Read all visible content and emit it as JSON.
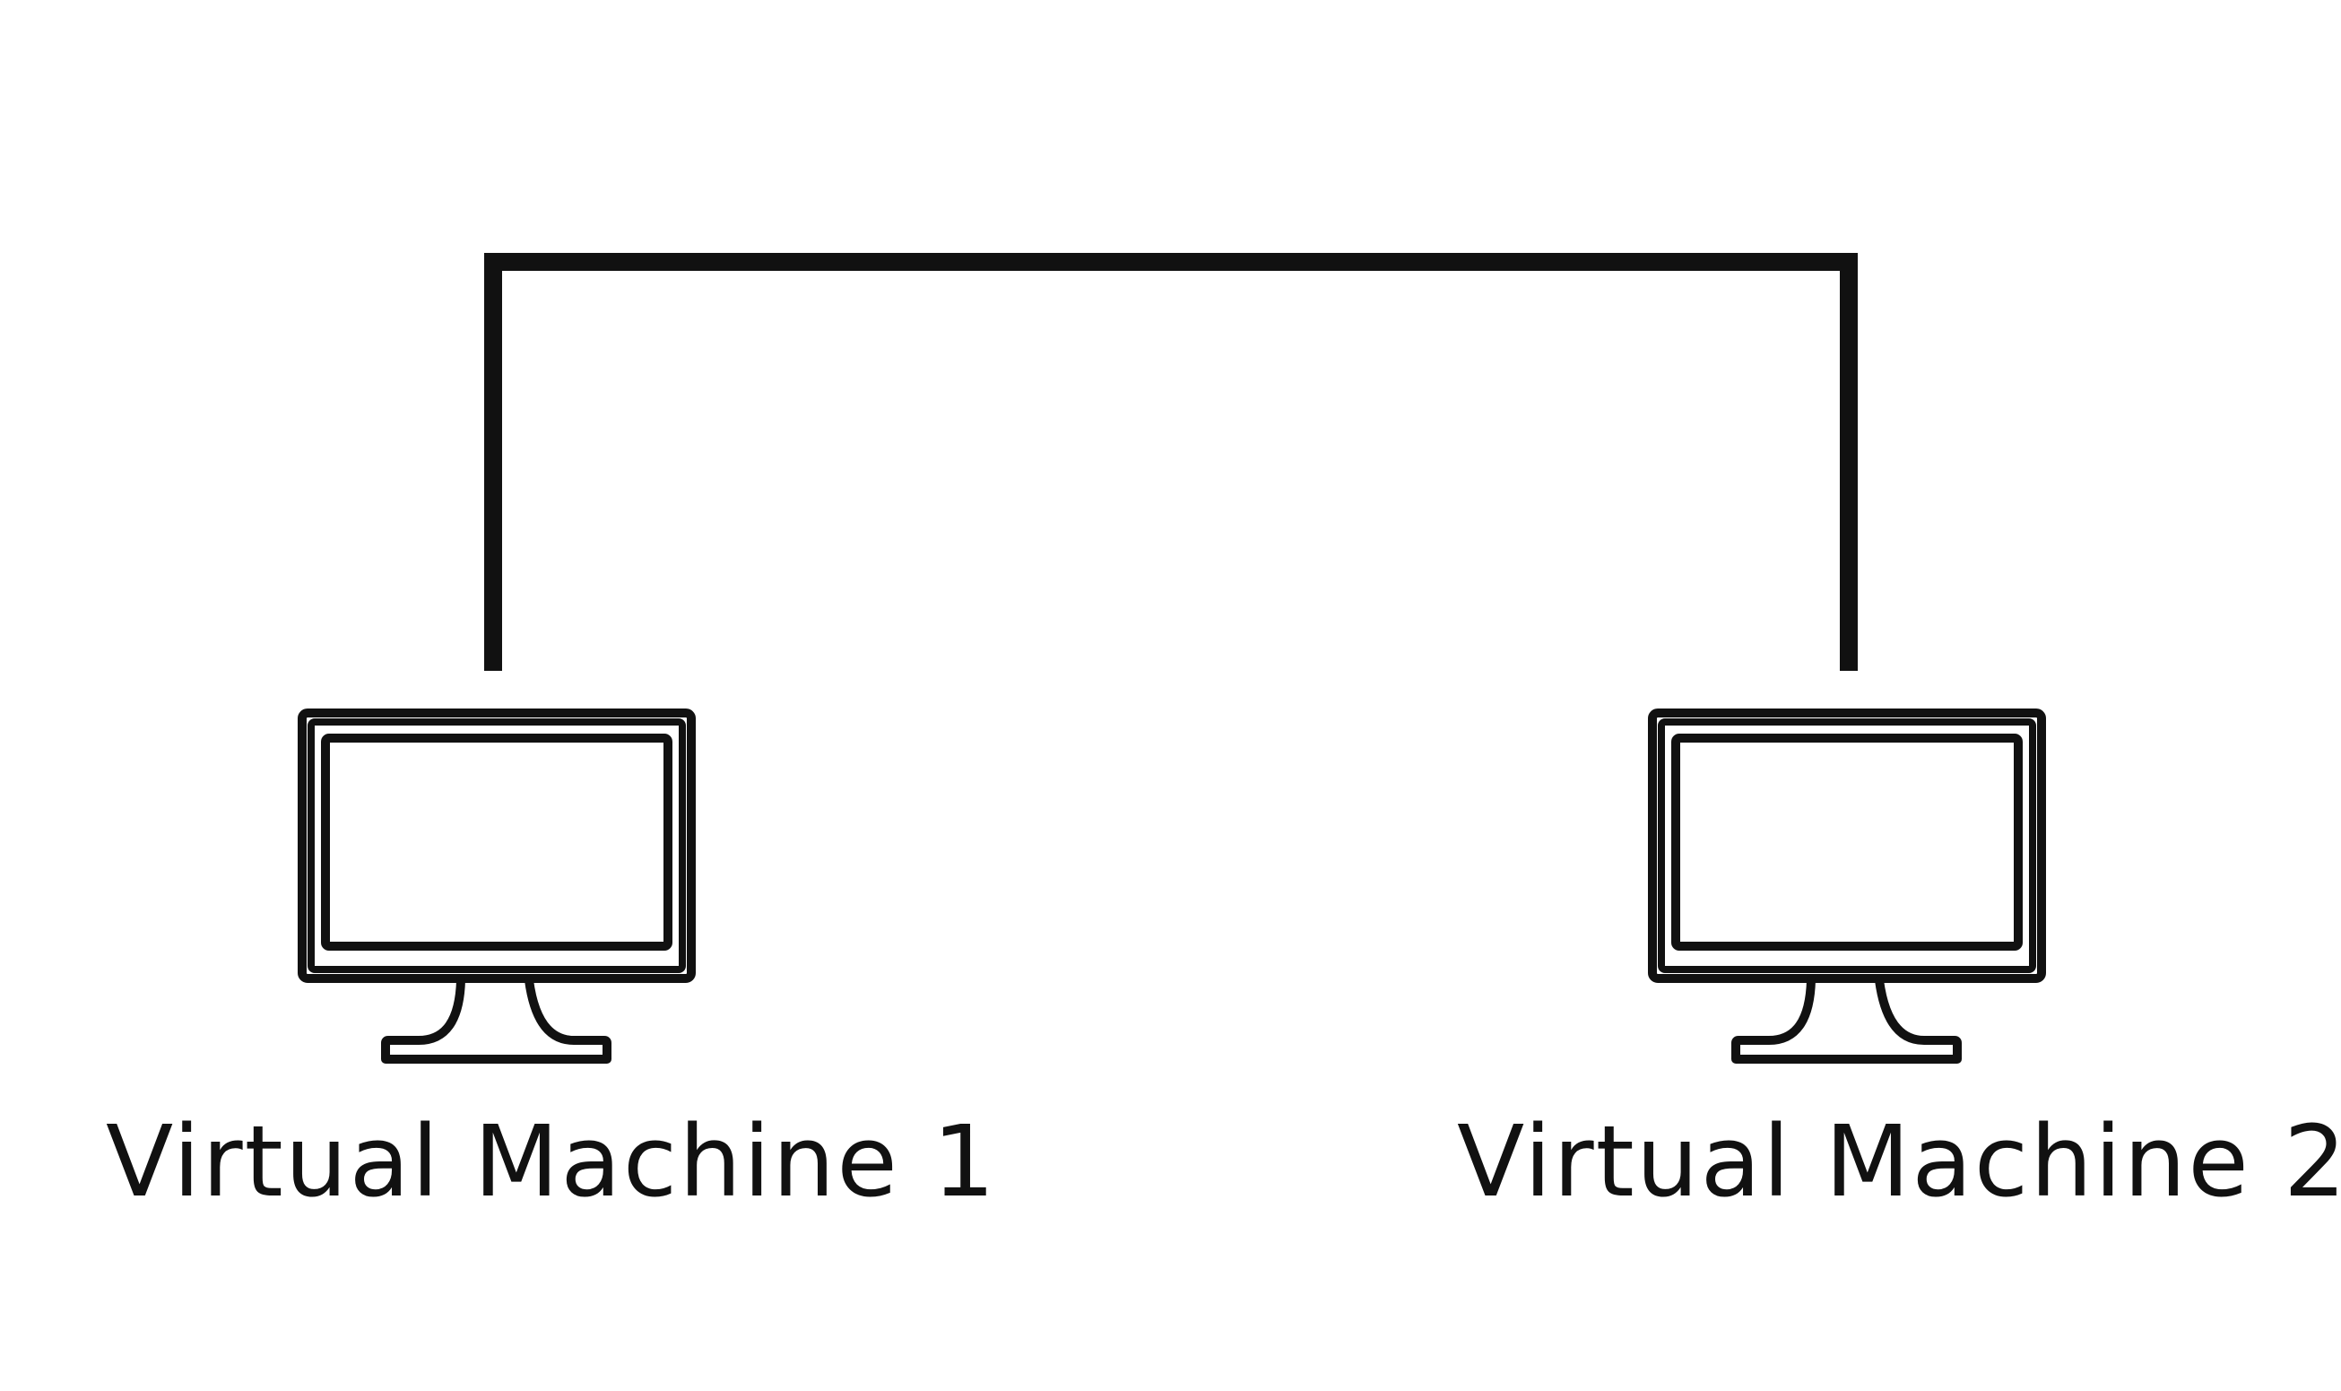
{
  "colors": {
    "background": "#ffffff",
    "stroke": "#111111"
  },
  "diagram": {
    "connection": {
      "icon": "network-link-line"
    },
    "machines": [
      {
        "label": "Virtual Machine 1",
        "icon": "monitor-icon"
      },
      {
        "label": "Virtual Machine 2",
        "icon": "monitor-icon"
      }
    ]
  }
}
